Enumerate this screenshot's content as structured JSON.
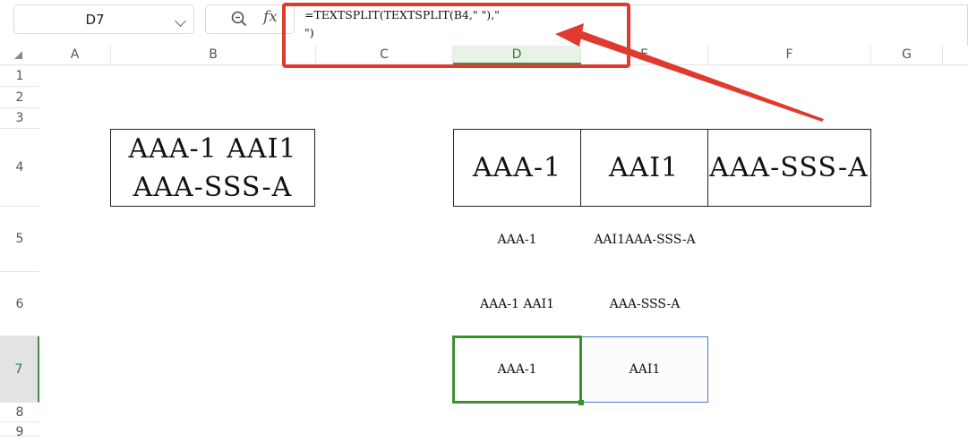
{
  "formula_bar": {
    "name_box": "D7",
    "fx_label": "fx",
    "formula_line1": "=TEXTSPLIT(TEXTSPLIT(B4,\" \"),\"",
    "formula_line2": "\")"
  },
  "columns": [
    "A",
    "B",
    "C",
    "D",
    "E",
    "F",
    "G"
  ],
  "selected_column": "D",
  "rows": [
    "1",
    "2",
    "3",
    "4",
    "5",
    "6",
    "7",
    "8",
    "9"
  ],
  "selected_row": "7",
  "cells": {
    "B4_line1": "AAA-1 AAI1",
    "B4_line2": "AAA-SSS-A",
    "D4": "AAA-1",
    "E4": "AAI1",
    "F4": "AAA-SSS-A",
    "D5": "AAA-1",
    "E5": "AAI1AAA-SSS-A",
    "D6": "AAA-1 AAI1",
    "E6": "AAA-SSS-A",
    "D7": "AAA-1",
    "E7": "AAI1"
  },
  "colors": {
    "annotation": "#e03a2f",
    "selection": "#3f8f2f",
    "spill_border": "#4a78c8"
  },
  "icons": {
    "zoom": "zoom-icon",
    "dropdown": "chevron-down-icon"
  }
}
